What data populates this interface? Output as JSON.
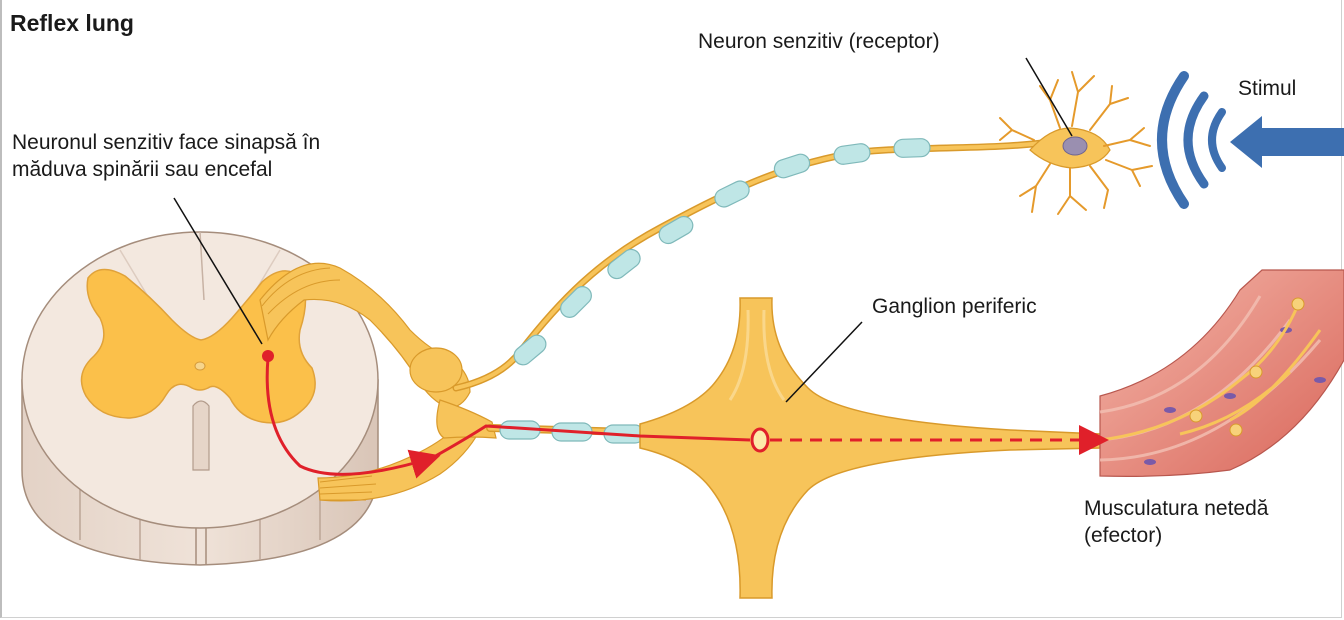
{
  "title": "Reflex lung",
  "labels": {
    "synapse_line1": "Neuronul senzitiv face sinapsă în",
    "synapse_line2": "măduva spinării sau encefal",
    "receptor": "Neuron senzitiv (receptor)",
    "stimulus": "Stimul",
    "ganglion": "Ganglion periferic",
    "effector_line1": "Musculatura netedă",
    "effector_line2": "(efector)"
  },
  "colors": {
    "nerve": "#f7c45a",
    "nerve_edge": "#d99a2b",
    "gray_matter": "#fbc04a",
    "cord_white": "#f1e6de",
    "myelin": "#bfe6e6",
    "signal": "#e0202a",
    "stimulus": "#3d6fb0",
    "muscle": "#d96a5f"
  }
}
